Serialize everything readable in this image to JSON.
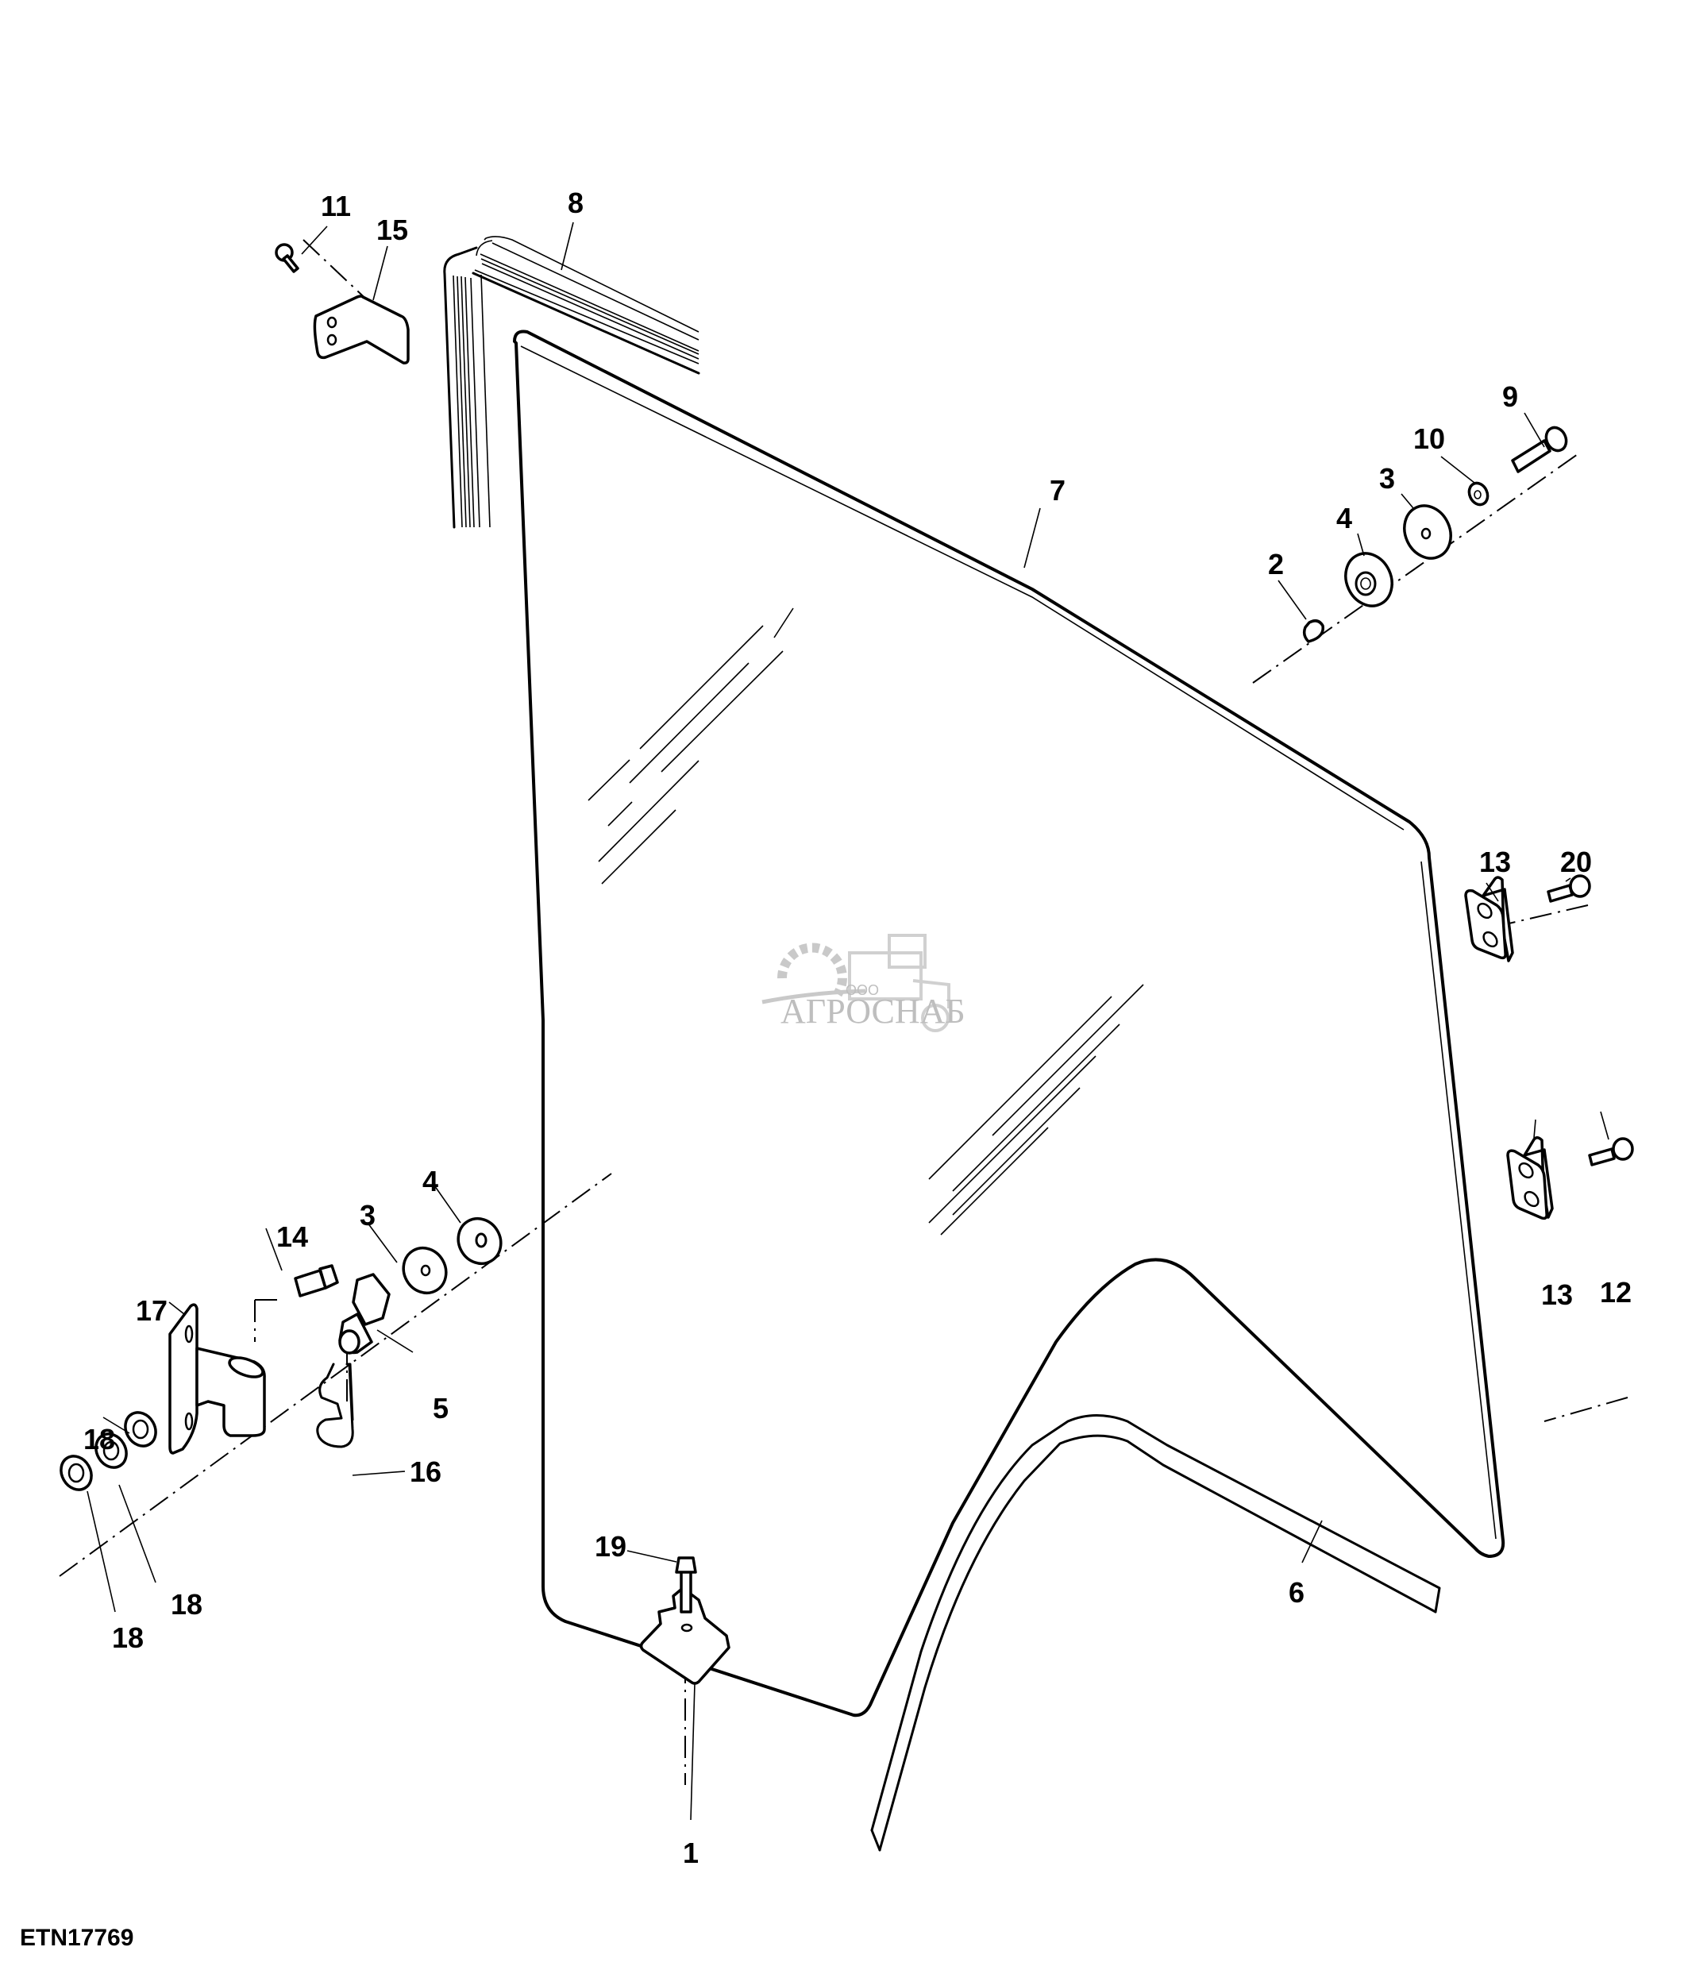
{
  "figure": {
    "id": "ETN17769",
    "title": "Door glass assembly — exploded parts view"
  },
  "watermark": {
    "prefix": "ООО",
    "brand": "АГРОСНАБ",
    "color": "#b8b8b8"
  },
  "callouts": [
    {
      "key": "c11",
      "label": "11",
      "part": "cap screw (upper bracket)"
    },
    {
      "key": "c15",
      "label": "15",
      "part": "upper bracket"
    },
    {
      "key": "c8",
      "label": "8",
      "part": "glass seal (upper)"
    },
    {
      "key": "c9",
      "label": "9",
      "part": "screw"
    },
    {
      "key": "c10",
      "label": "10",
      "part": "washer"
    },
    {
      "key": "c3r",
      "label": "3",
      "part": "washer (right)"
    },
    {
      "key": "c4r",
      "label": "4",
      "part": "grommet washer (right)"
    },
    {
      "key": "c2",
      "label": "2",
      "part": "bushing"
    },
    {
      "key": "c7",
      "label": "7",
      "part": "door glass"
    },
    {
      "key": "c13a",
      "label": "13",
      "part": "latch bracket (upper)"
    },
    {
      "key": "c20",
      "label": "20",
      "part": "screw (upper latch)"
    },
    {
      "key": "c13b",
      "label": "13",
      "part": "latch bracket (lower)"
    },
    {
      "key": "c12",
      "label": "12",
      "part": "screw (lower latch)"
    },
    {
      "key": "c14",
      "label": "14",
      "part": "cap screw (hinge)"
    },
    {
      "key": "c3l",
      "label": "3",
      "part": "washer (left)"
    },
    {
      "key": "c4l",
      "label": "4",
      "part": "grommet washer (left)"
    },
    {
      "key": "c17",
      "label": "17",
      "part": "hinge"
    },
    {
      "key": "c5",
      "label": "5",
      "part": "hinge pin"
    },
    {
      "key": "c16",
      "label": "16",
      "part": "spring clip"
    },
    {
      "key": "c18a",
      "label": "18",
      "part": "washer"
    },
    {
      "key": "c18b",
      "label": "18",
      "part": "washer"
    },
    {
      "key": "c18c",
      "label": "18",
      "part": "washer"
    },
    {
      "key": "c19",
      "label": "19",
      "part": "cap screw (lower bracket)"
    },
    {
      "key": "c6",
      "label": "6",
      "part": "lower seal strip"
    },
    {
      "key": "c1",
      "label": "1",
      "part": "lower bracket"
    }
  ]
}
